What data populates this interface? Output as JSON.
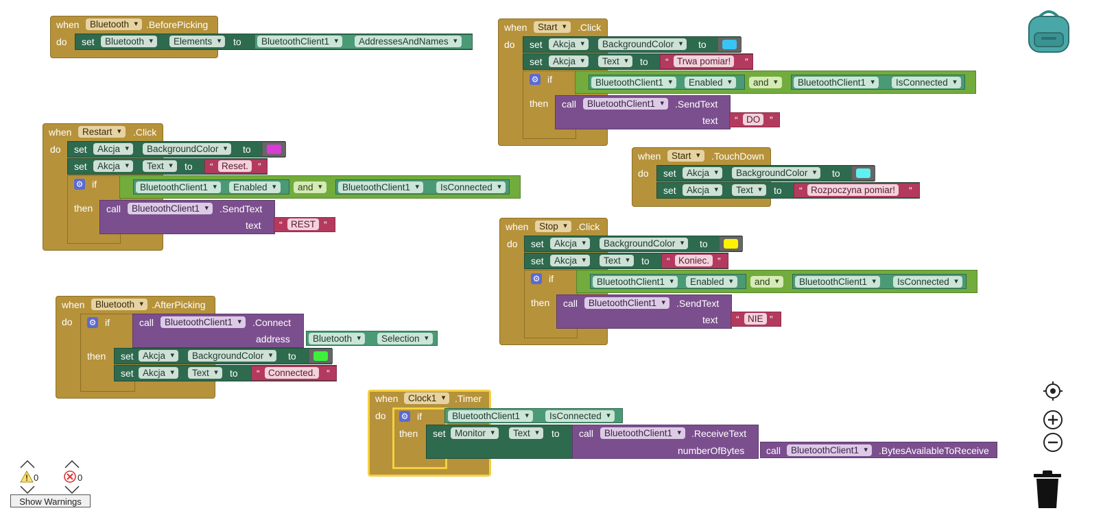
{
  "kw": {
    "when": "when",
    "do": "do",
    "set": "set",
    "to": "to",
    "call": "call",
    "if": "if",
    "then": "then",
    "and": "and",
    "text": "text",
    "address": "address",
    "numberOfBytes": "numberOfBytes"
  },
  "colors": {
    "cyan": "#38c5f5",
    "magenta": "#d83cd4",
    "light_cyan": "#5ff0f0",
    "yellow": "#fff200",
    "green": "#3ef03e"
  },
  "b1": {
    "comp": "Bluetooth",
    "event": ".BeforePicking",
    "set_comp": "Bluetooth",
    "prop": "Elements",
    "getcomp": "BluetoothClient1",
    "getprop": "AddressesAndNames"
  },
  "b2": {
    "comp": "Start",
    "event": ".Click",
    "c1": "Akcja",
    "p1": "BackgroundColor",
    "c2": "Akcja",
    "p2": "Text",
    "s2": "Trwa pomiar!",
    "if_c1": "BluetoothClient1",
    "if_p1": "Enabled",
    "if_c2": "BluetoothClient1",
    "if_p2": "IsConnected",
    "call_comp": "BluetoothClient1",
    "method": ".SendText",
    "s3": "DO"
  },
  "b3": {
    "comp": "Restart",
    "event": ".Click",
    "c1": "Akcja",
    "p1": "BackgroundColor",
    "c2": "Akcja",
    "p2": "Text",
    "s2": "Reset.",
    "if_c1": "BluetoothClient1",
    "if_p1": "Enabled",
    "if_c2": "BluetoothClient1",
    "if_p2": "IsConnected",
    "call_comp": "BluetoothClient1",
    "method": ".SendText",
    "s3": "REST"
  },
  "b4": {
    "comp": "Start",
    "event": ".TouchDown",
    "c1": "Akcja",
    "p1": "BackgroundColor",
    "c2": "Akcja",
    "p2": "Text",
    "s2": "Rozpoczyna pomiar!"
  },
  "b5": {
    "comp": "Stop",
    "event": ".Click",
    "c1": "Akcja",
    "p1": "BackgroundColor",
    "c2": "Akcja",
    "p2": "Text",
    "s2": "Koniec.",
    "if_c1": "BluetoothClient1",
    "if_p1": "Enabled",
    "if_c2": "BluetoothClient1",
    "if_p2": "IsConnected",
    "call_comp": "BluetoothClient1",
    "method": ".SendText",
    "s3": "NIE"
  },
  "b6": {
    "comp": "Bluetooth",
    "event": ".AfterPicking",
    "call_comp": "BluetoothClient1",
    "method": ".Connect",
    "getcomp": "Bluetooth",
    "getprop": "Selection",
    "c1": "Akcja",
    "p1": "BackgroundColor",
    "c2": "Akcja",
    "p2": "Text",
    "s2": "Connected."
  },
  "b7": {
    "comp": "Clock1",
    "event": ".Timer",
    "if_c1": "BluetoothClient1",
    "if_p1": "IsConnected",
    "set_comp": "Monitor",
    "set_prop": "Text",
    "call_comp": "BluetoothClient1",
    "method": ".ReceiveText",
    "inner_comp": "BluetoothClient1",
    "inner_method": ".BytesAvailableToReceive"
  },
  "warnings": {
    "warn_count": "0",
    "error_count": "0",
    "button": "Show Warnings"
  }
}
